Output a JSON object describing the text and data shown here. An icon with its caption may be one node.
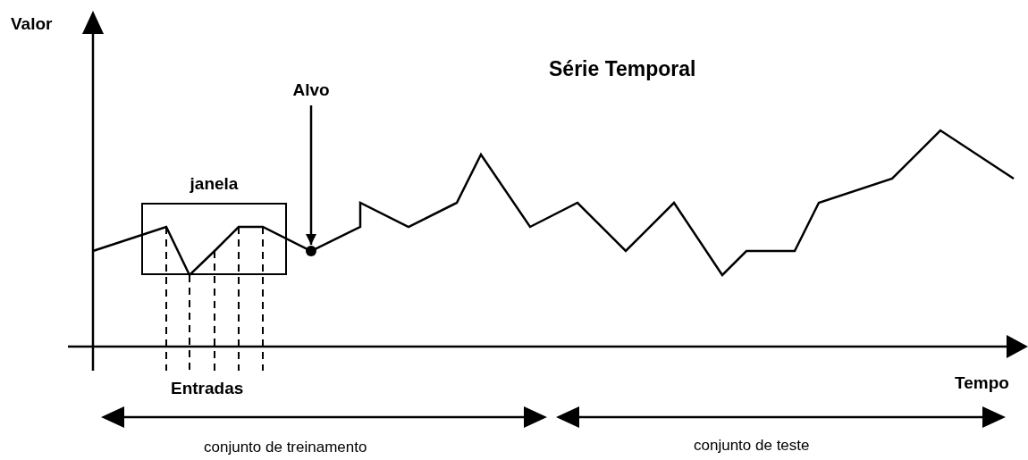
{
  "diagram": {
    "title": "Série Temporal",
    "nodes": [
      {
        "text": [
          "janela"
        ]
      },
      {
        "text": [
          "Alvo"
        ]
      },
      {
        "text": [],
        "shape": "circle"
      }
    ],
    "edges": [
      {
        "from": 1,
        "to": 2,
        "arrow": "to"
      }
    ],
    "labels": [
      "Valor",
      "Tempo",
      "Entradas",
      "conjunto de treinamento",
      "conjunto de teste"
    ]
  }
}
